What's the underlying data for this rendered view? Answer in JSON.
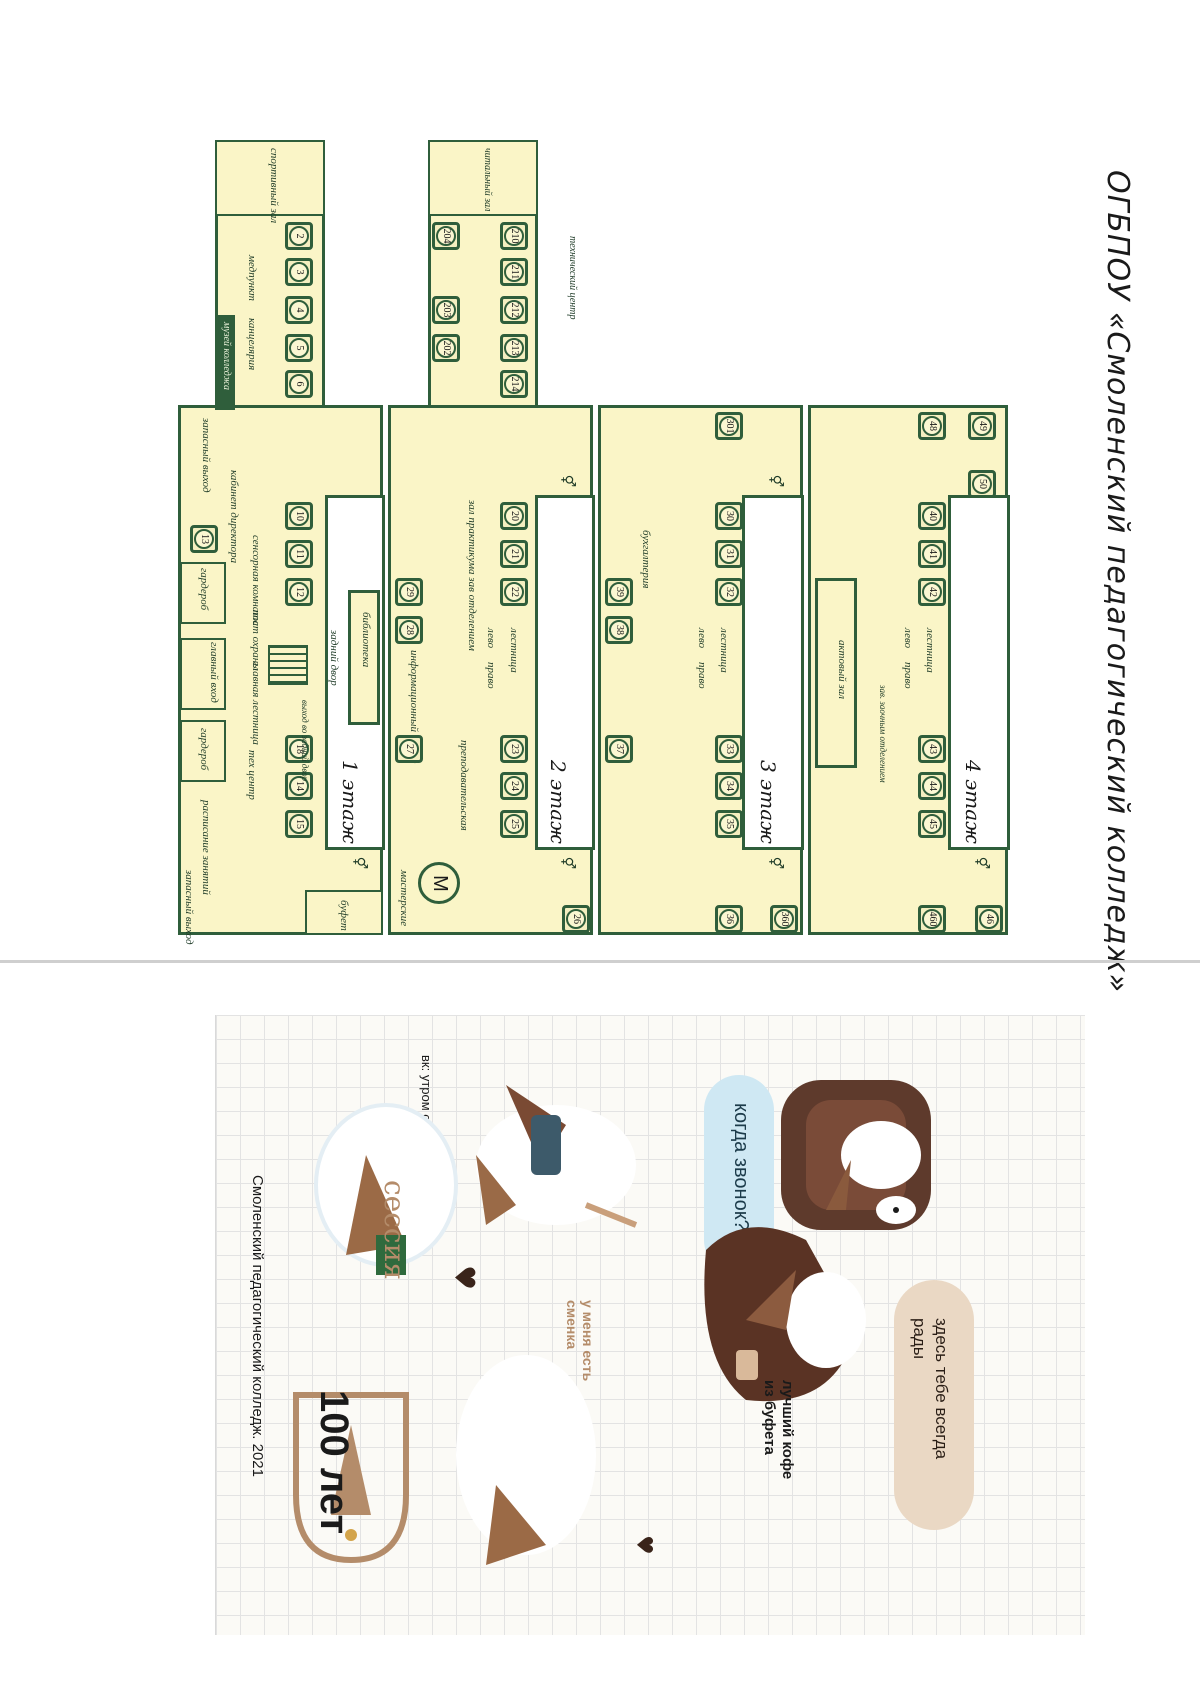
{
  "header": {
    "title": "ОГБПОУ «Смоленский педагогический колледж»"
  },
  "floors": [
    {
      "label": "1 этаж",
      "rooms": [
        "2",
        "3",
        "4",
        "5",
        "6",
        "10",
        "11",
        "12",
        "18",
        "14",
        "15",
        "13"
      ],
      "labels": {
        "sport": "спортивный зал",
        "med": "медпункт",
        "office": "канцелярия",
        "museum": "музей колледжа",
        "spare1": "запасный выход",
        "director": "кабинет директора",
        "sensor": "сенсорная комната",
        "wardrobe1": "гардероб",
        "main_entrance": "главный вход",
        "wardrobe2": "гардероб",
        "guard": "пост охраны",
        "main_stairs": "главная лестница",
        "exit_yard": "выход во задний двор",
        "tech": "тех центр",
        "schedule": "расписание занятий",
        "spare2": "запасный выход",
        "library": "библиотека",
        "back_yard": "задний двор",
        "buffet": "буфет"
      }
    },
    {
      "label": "2 этаж",
      "rooms": [
        "210",
        "211",
        "212",
        "213",
        "214",
        "204",
        "203",
        "202",
        "20",
        "21",
        "22",
        "23",
        "24",
        "25",
        "29",
        "28",
        "27",
        "26"
      ],
      "labels": {
        "reading": "читальный зал",
        "tech_center": "технический центр",
        "practice": "зал практикума зав отделением",
        "stairs": "лестница",
        "left": "лево",
        "right": "право",
        "info": "информационный стенд",
        "teachers": "преподавательская",
        "workshops": "мастерские",
        "metro": "М"
      }
    },
    {
      "label": "3 этаж",
      "rooms": [
        "301",
        "30",
        "31",
        "32",
        "33",
        "34",
        "35",
        "36",
        "39",
        "38",
        "37",
        "360"
      ],
      "labels": {
        "accounting": "бухгалтерия",
        "stairs": "лестница",
        "left": "лево",
        "right": "право"
      }
    },
    {
      "label": "4 этаж",
      "rooms": [
        "48",
        "49",
        "50",
        "40",
        "41",
        "42",
        "43",
        "44",
        "45",
        "46",
        "460"
      ],
      "labels": {
        "assembly": "актовый зал",
        "stairs": "лестница",
        "left": "лево",
        "right": "право",
        "head": "зав. заочным отделением"
      }
    }
  ],
  "stickers": {
    "vk": "вк: утром свет",
    "bell": "когда звонок?",
    "welcome": "здесь тебе всегда рады",
    "coffee": "лучший кофе из буфета",
    "shift": "у меня есть сменка",
    "session": "сессия",
    "anniversary": "100 лет",
    "footer": "Смоленский педагогический колледж. 2021"
  },
  "colors": {
    "plan_fill": "#faf5c7",
    "plan_stroke": "#2f5e3b",
    "bubble_blue": "#cfe8f3",
    "bubble_beige": "#ead8c4",
    "brown": "#6b3e2e"
  }
}
